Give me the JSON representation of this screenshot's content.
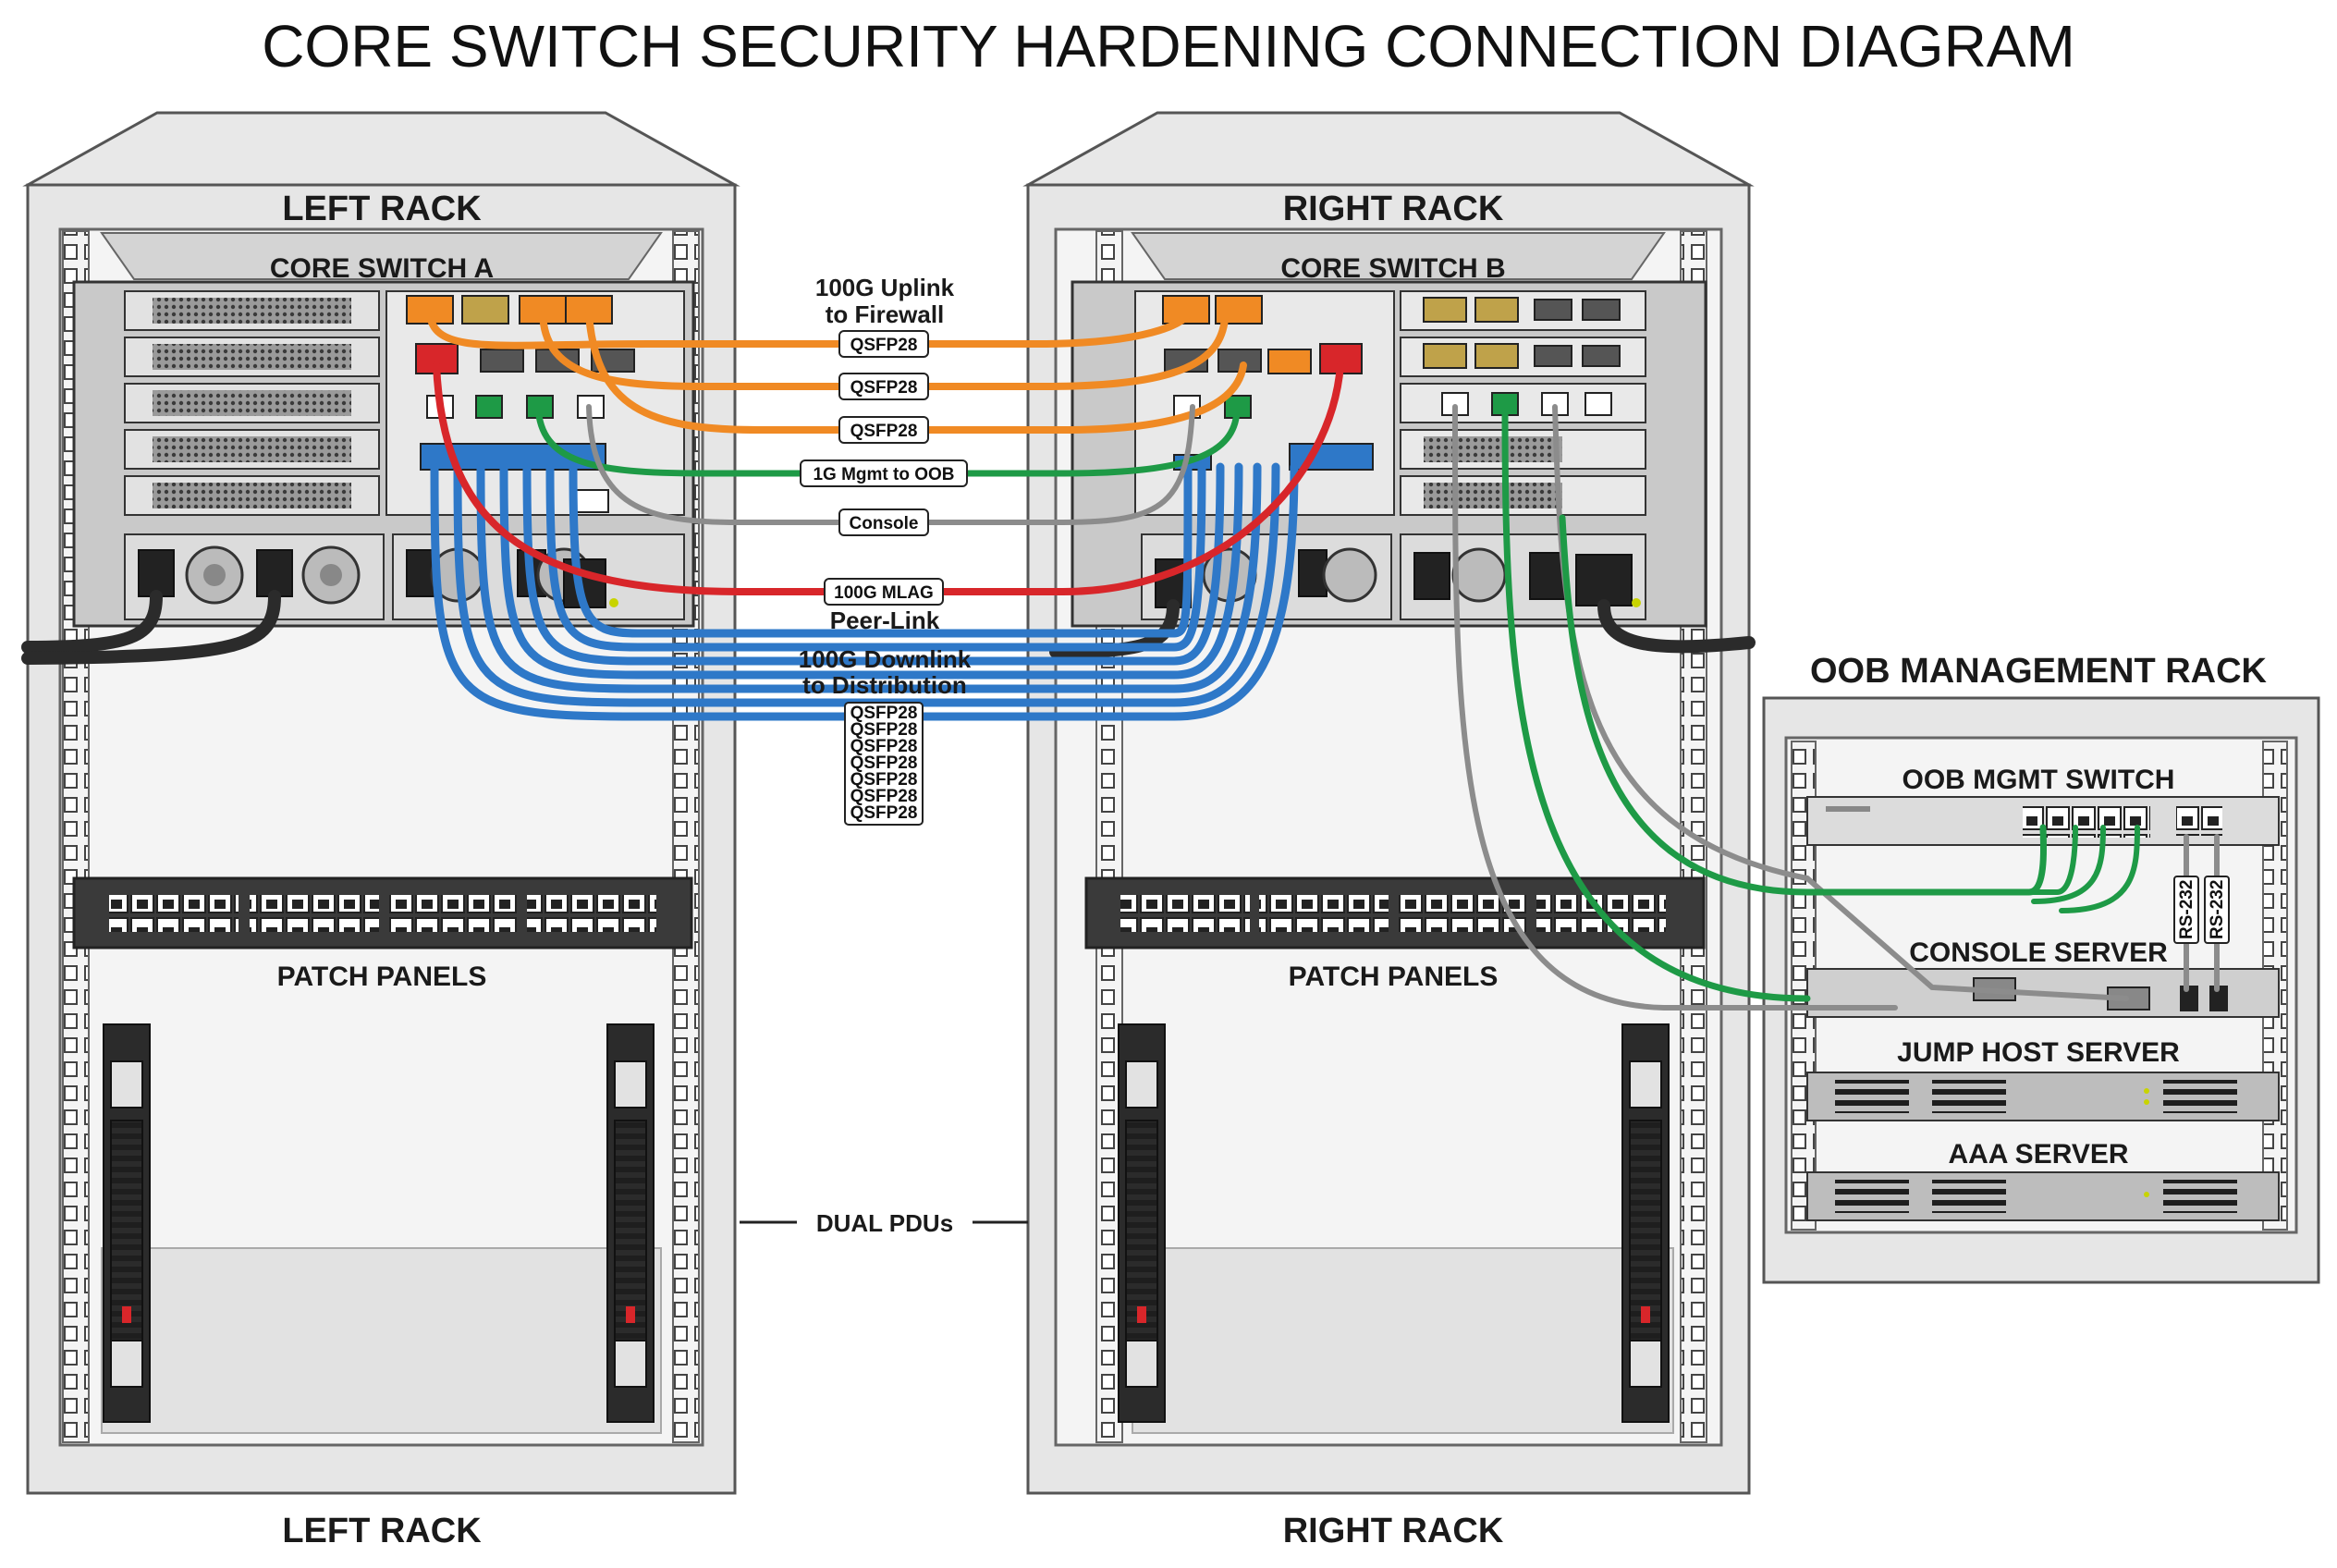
{
  "title": "CORE SWITCH SECURITY HARDENING CONNECTION DIAGRAM",
  "racks": {
    "left_top": "LEFT RACK",
    "right_top": "RIGHT RACK",
    "left_bottom": "LEFT RACK",
    "right_bottom": "RIGHT RACK",
    "oob": "OOB MANAGEMENT RACK"
  },
  "devices": {
    "core_a": "CORE SWITCH A",
    "core_b": "CORE SWITCH B",
    "patch_left": "PATCH PANELS",
    "patch_right": "PATCH PANELS",
    "oob_switch": "OOB MGMT SWITCH",
    "console_server": "CONSOLE SERVER",
    "jump_host": "JUMP HOST SERVER",
    "aaa": "AAA SERVER",
    "pdus": "DUAL PDUs"
  },
  "links": {
    "uplink_caption_1": "100G Uplink",
    "uplink_caption_2": "to Firewall",
    "uplink_tags": [
      "QSFP28",
      "QSFP28",
      "QSFP28"
    ],
    "mgmt_tag": "1G Mgmt to OOB",
    "console_tag": "Console",
    "mlag_tag": "100G MLAG",
    "mlag_caption": "Peer-Link",
    "downlink_caption_1": "100G Downlink",
    "downlink_caption_2": "to Distribution",
    "downlink_tags": [
      "QSFP28",
      "QSFP28",
      "QSFP28",
      "QSFP28",
      "QSFP28",
      "QSFP28",
      "QSFP28"
    ],
    "rs232_tags": [
      "RS-232",
      "RS-232"
    ]
  },
  "colors": {
    "uplink": "#f08a24",
    "mgmt": "#1e9a46",
    "console": "#8c8c8c",
    "mlag": "#d8262a",
    "downlink": "#2e78c8",
    "power": "#2b2b2b"
  }
}
